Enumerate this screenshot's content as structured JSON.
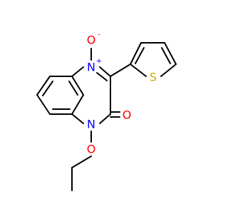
{
  "molecule": {
    "atoms": {
      "n_oxide": {
        "symbol": "N",
        "charge": "+",
        "color": "#0000ff"
      },
      "o_oxide": {
        "symbol": "O",
        "charge": "-",
        "color": "#ff0000"
      },
      "s_thiophene": {
        "symbol": "S",
        "color": "#ccaa00"
      },
      "o_carbonyl": {
        "symbol": "O",
        "color": "#ff0000"
      },
      "n_amide": {
        "symbol": "N",
        "color": "#0000ff"
      },
      "o_ether": {
        "symbol": "O",
        "color": "#ff0000"
      }
    },
    "bond_color": "#000000"
  }
}
